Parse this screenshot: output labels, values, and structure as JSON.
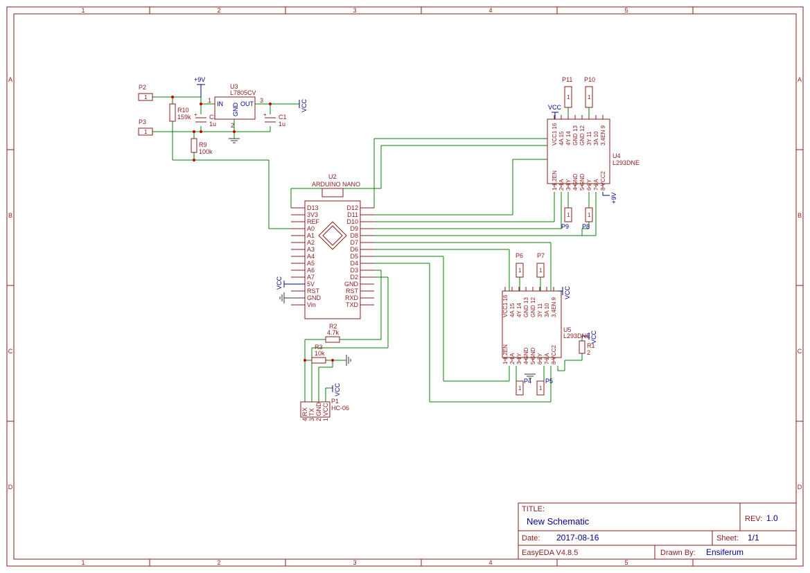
{
  "frame": {
    "columns": [
      "1",
      "2",
      "3",
      "4",
      "5"
    ],
    "rows": [
      "A",
      "B",
      "C",
      "D"
    ]
  },
  "power": {
    "vcc": "VCC",
    "v9": "+9V"
  },
  "parts": {
    "p2": "P2",
    "p3": "P3",
    "pin1": "1",
    "r10": {
      "ref": "R10",
      "val": "159k"
    },
    "r9": {
      "ref": "R9",
      "val": "100k"
    },
    "c2": {
      "ref": "C2",
      "val": "1u"
    },
    "c1": {
      "ref": "C1",
      "val": "1u"
    },
    "u3": {
      "ref": "U3",
      "val": "L7805CV",
      "in": "IN",
      "gnd": "GND",
      "out": "OUT",
      "p1": "1",
      "p2": "2",
      "p3": "3"
    },
    "u2": {
      "ref": "U2",
      "val": "ARDUINO NANO"
    },
    "r2": {
      "ref": "R2",
      "val": "4.7k"
    },
    "r3": {
      "ref": "R3",
      "val": "10k"
    },
    "r1": {
      "ref": "R1",
      "val": "2"
    },
    "p1": {
      "ref": "P1",
      "val": "HC-06"
    },
    "u4": {
      "ref": "U4",
      "val": "L293DNE"
    },
    "u5": {
      "ref": "U5",
      "val": "L293DNE"
    },
    "p11": "P11",
    "p10": "P10",
    "p9": "P9",
    "p8": "P8",
    "p6": "P6",
    "p7": "P7",
    "p4": "P4",
    "p5": "P5"
  },
  "nano_left": [
    "D13",
    "3V3",
    "REF",
    "A0",
    "A1",
    "A2",
    "A3",
    "A4",
    "A5",
    "A6",
    "A7",
    "5V",
    "RST",
    "GND",
    "Vin"
  ],
  "nano_right": [
    "D12",
    "D11",
    "D10",
    "D9",
    "D8",
    "D7",
    "D6",
    "D5",
    "D4",
    "D3",
    "D2",
    "GND",
    "RST",
    "RXD",
    "TXD"
  ],
  "l293_top": [
    "VCC1 16",
    "4A 15",
    "4Y 14",
    "GND 13",
    "GND 12",
    "3Y 11",
    "3A 10",
    "3,4EN 9"
  ],
  "l293_bot": [
    "1 1,2EN",
    "2 1A",
    "3 1Y",
    "4 GND",
    "5 GND",
    "6 2Y",
    "7 2A",
    "8 VCC2"
  ],
  "hc06_pins": [
    "4 RX",
    "3 TX",
    "2 GND",
    "1 VCC"
  ],
  "title_block": {
    "title_label": "TITLE:",
    "title": "New Schematic",
    "rev_label": "REV:",
    "rev": "1.0",
    "date_label": "Date:",
    "date": "2017-08-16",
    "sheet_label": "Sheet:",
    "sheet": "1/1",
    "software": "EasyEDA V4.8.5",
    "drawn_label": "Drawn By:",
    "drawn_by": "Ensiferum"
  }
}
